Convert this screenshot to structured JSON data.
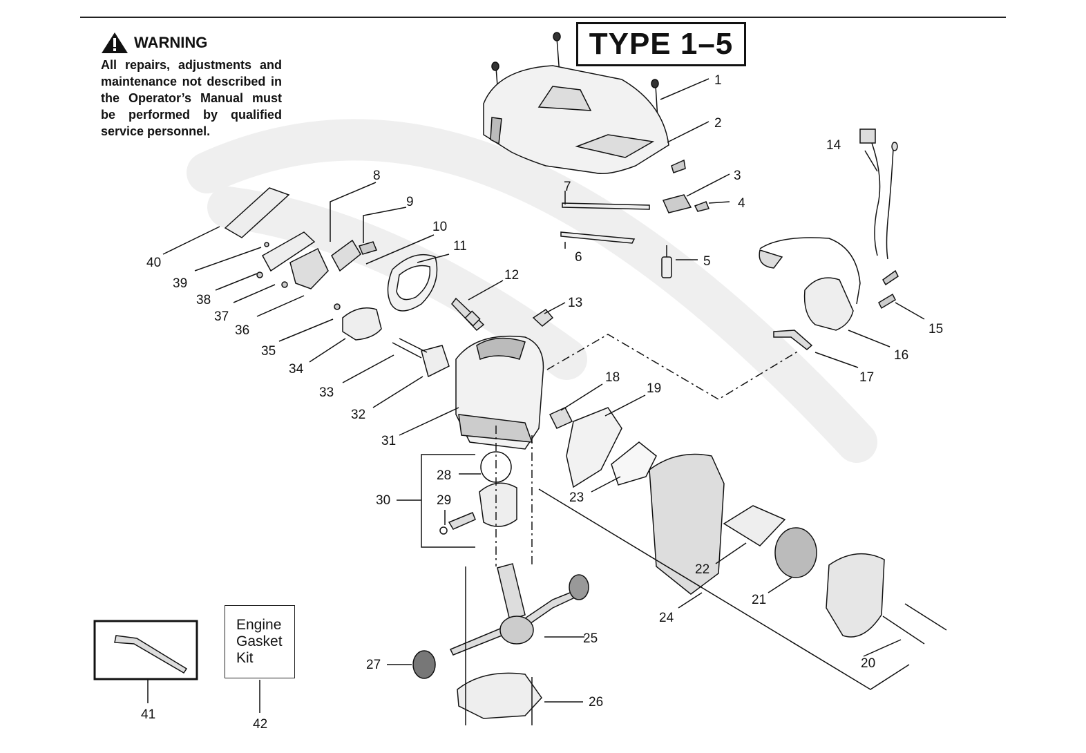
{
  "warning": {
    "title": "WARNING",
    "text": "All repairs, adjustments and maintenance not described in the Operator’s Manual must be performed by qualified service personnel."
  },
  "type_label": "TYPE 1–5",
  "kit_label": "Engine Gasket Kit",
  "parts": [
    {
      "number": "1"
    },
    {
      "number": "2"
    },
    {
      "number": "3"
    },
    {
      "number": "4"
    },
    {
      "number": "5"
    },
    {
      "number": "6"
    },
    {
      "number": "7"
    },
    {
      "number": "8"
    },
    {
      "number": "9"
    },
    {
      "number": "10"
    },
    {
      "number": "11"
    },
    {
      "number": "12"
    },
    {
      "number": "13"
    },
    {
      "number": "14"
    },
    {
      "number": "15"
    },
    {
      "number": "16"
    },
    {
      "number": "17"
    },
    {
      "number": "18"
    },
    {
      "number": "19"
    },
    {
      "number": "20"
    },
    {
      "number": "21"
    },
    {
      "number": "22"
    },
    {
      "number": "23"
    },
    {
      "number": "24"
    },
    {
      "number": "25"
    },
    {
      "number": "26"
    },
    {
      "number": "27"
    },
    {
      "number": "28"
    },
    {
      "number": "29"
    },
    {
      "number": "30"
    },
    {
      "number": "31"
    },
    {
      "number": "32"
    },
    {
      "number": "33"
    },
    {
      "number": "34"
    },
    {
      "number": "35"
    },
    {
      "number": "36"
    },
    {
      "number": "37"
    },
    {
      "number": "38"
    },
    {
      "number": "39"
    },
    {
      "number": "40"
    },
    {
      "number": "41"
    },
    {
      "number": "42"
    }
  ],
  "colors": {
    "line": "#111111",
    "watermark": "#eeeeee",
    "fill": "#d0d0d0"
  }
}
